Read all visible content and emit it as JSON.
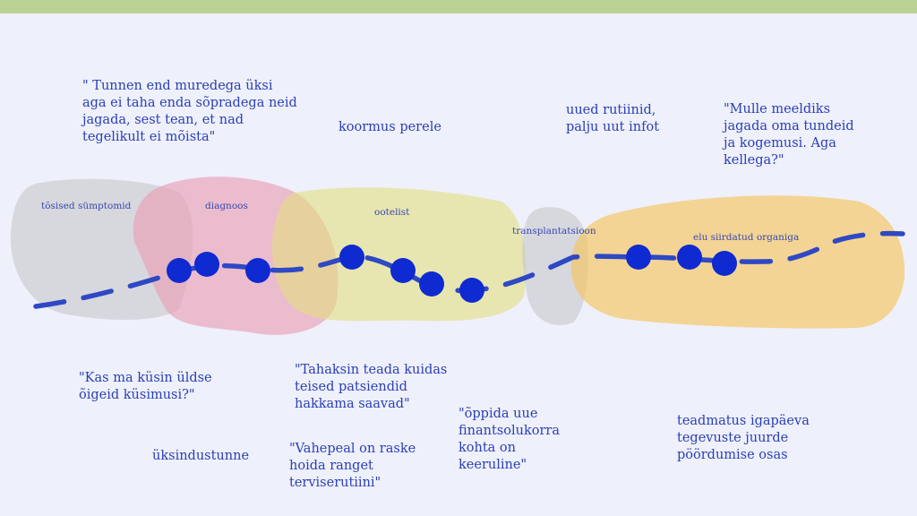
{
  "colors": {
    "background": "#eef0fb",
    "top_bar": "#b9d293",
    "text": "#2a3fb6",
    "path": "#2f48c4",
    "dot": "#0f2ad0",
    "stage_gray": "#c7c8cc",
    "stage_pink": "#ea9fb6",
    "stage_yellow": "#e2df7e",
    "stage_orange": "#f6c45c"
  },
  "stages": [
    {
      "label": "tõsised sümptomid"
    },
    {
      "label": "diagnoos"
    },
    {
      "label": "ootelist"
    },
    {
      "label": "transplantatsioon"
    },
    {
      "label": "elu siirdatud organiga"
    }
  ],
  "notes": {
    "top_1": "\" Tunnen end muredega üksi\naga ei taha enda sõpradega neid\njagada, sest tean, et nad\ntegelikult ei mõista\"",
    "top_2": "koormus perele",
    "top_3": "uued rutiinid,\npalju uut infot",
    "top_4": "\"Mulle meeldiks\njagada oma tundeid\nja kogemusi. Aga\nkellega?\"",
    "bottom_1": "\"Kas ma küsin üldse\nõigeid küsimusi?\"",
    "bottom_2": "üksindustunne",
    "bottom_3": "\"Tahaksin teada kuidas\nteised patsiendid\nhakkama saavad\"",
    "bottom_4": "\"Vahepeal on raske\nhoida ranget\nterviserutiini\"",
    "bottom_5": "\"õppida uue\nfinantsolukorra\nkohta on\nkeeruline\"",
    "bottom_6": "teadmatus  igapäeva\ntegevuste juurde\npöördumise osas"
  }
}
